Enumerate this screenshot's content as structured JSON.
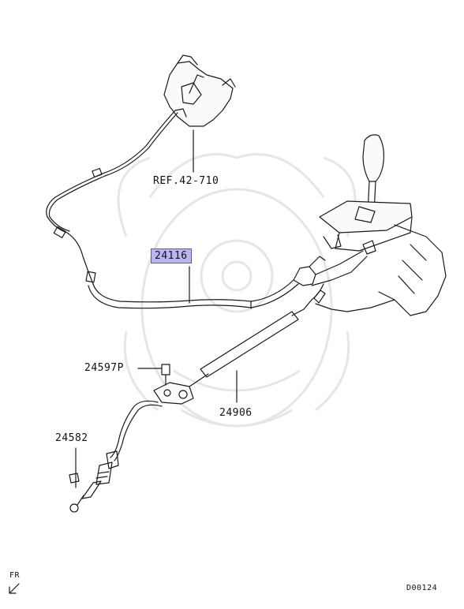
{
  "labels": {
    "ref": "REF.42-710",
    "cable_main": "24116",
    "bolt": "24597P",
    "cable_select": "24906",
    "nut": "24582",
    "fr": "FR",
    "code": "D00124"
  },
  "colors": {
    "highlight_fill": "#b9b6f0",
    "highlight_border": "#5a57b8",
    "line": "#1a1a1a",
    "watermark": "#e9e9e9"
  }
}
